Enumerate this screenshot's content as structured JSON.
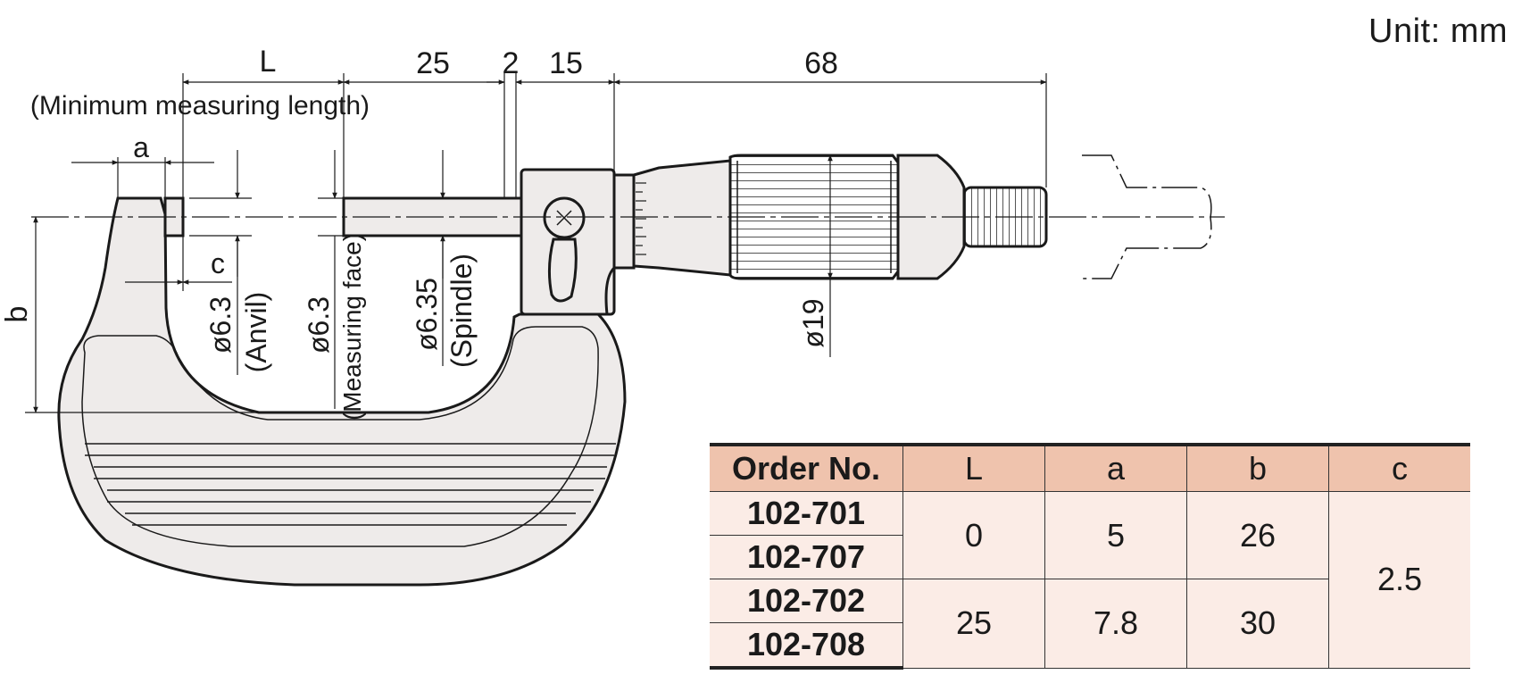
{
  "unit_label": "Unit: mm",
  "dimensions": {
    "L": "L",
    "d25": "25",
    "d2": "2",
    "d15": "15",
    "d68": "68",
    "min_length_note": "(Minimum measuring length)",
    "a": "a",
    "b": "b",
    "c": "c",
    "anvil_dia": "ø6.3",
    "anvil_label": "(Anvil)",
    "face_dia": "ø6.3",
    "face_label": "(Measuring face)",
    "spindle_dia": "ø6.35",
    "spindle_label": "(Spindle)",
    "thimble_dia": "ø19"
  },
  "table": {
    "headers": [
      "Order No.",
      "L",
      "a",
      "b",
      "c"
    ],
    "rows": [
      {
        "order": "102-701"
      },
      {
        "order": "102-707"
      },
      {
        "order": "102-702"
      },
      {
        "order": "102-708"
      }
    ],
    "groups": [
      {
        "L": "0",
        "a": "5",
        "b": "26"
      },
      {
        "L": "25",
        "a": "7.8",
        "b": "30"
      }
    ],
    "c": "2.5"
  },
  "colors": {
    "body_fill": "#eeebea",
    "table_header": "#efc3ad",
    "table_cell": "#fbece6",
    "line": "#1a1a1a"
  }
}
